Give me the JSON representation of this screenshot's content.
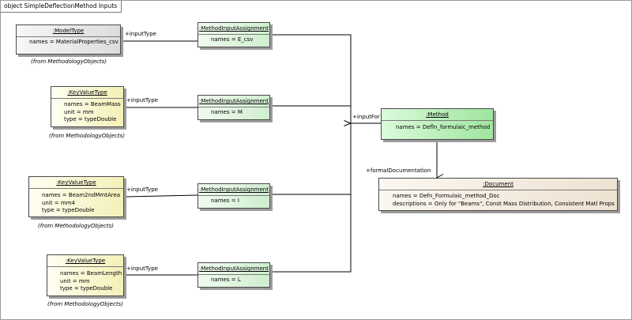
{
  "frame": {
    "title": "object SimpleDeflectionMethod Inputs"
  },
  "model_type": {
    "name": ":ModelType",
    "attrs": [
      "names = MaterialProperties_csv"
    ],
    "from": "(from MethodologyObjects)"
  },
  "key_values": [
    {
      "name": ":KeyValueType",
      "attrs": [
        "names = BeamMass",
        "unit = mm",
        "type = typeDouble"
      ],
      "from": "(from MethodologyObjects)"
    },
    {
      "name": ":KeyValueType",
      "attrs": [
        "names = Beam2ndMmtArea",
        "unit = mm4",
        "type = typeDouble"
      ],
      "from": "(from MethodologyObjects)"
    },
    {
      "name": ":KeyValueType",
      "attrs": [
        "names = BeamLength",
        "unit = mm",
        "type = typeDouble"
      ],
      "from": "(from MethodologyObjects)"
    }
  ],
  "assignments": [
    {
      "name": ":MethodInputAssignment",
      "attr": "names = E_csv"
    },
    {
      "name": ":MethodInputAssignment",
      "attr": "names = M"
    },
    {
      "name": ":MethodInputAssignment",
      "attr": "names = I"
    },
    {
      "name": ":MethodInputAssignment",
      "attr": "names = L"
    }
  ],
  "method": {
    "name": ":Method",
    "attr": "names = Defln_formulaic_method"
  },
  "document": {
    "name": ":Document",
    "attrs": [
      "names = Defn_Formulaic_method_Doc",
      "descriptions = Only for \"Beams\", Const Mass Distribution, Consistent Matl Props"
    ]
  },
  "roles": {
    "input_type": "+inputType",
    "input_for": "+inputFor",
    "formal_documentation": "+formalDocumentation"
  }
}
